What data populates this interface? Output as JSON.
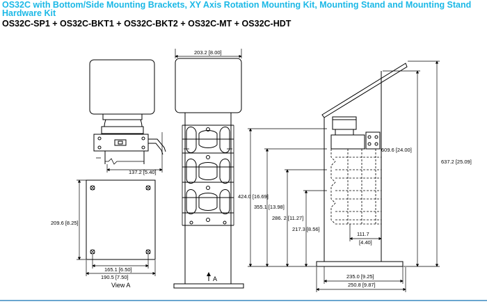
{
  "header": {
    "title": "OS32C with Bottom/Side Mounting Brackets, XY Axis Rotation Mounting Kit, Mounting Stand and Mounting Stand Hardware Kit",
    "subtitle": "OS32C-SP1 + OS32C-BKT1 + OS32C-BKT2 + OS32C-MT + OS32C-HDT"
  },
  "dimensions": {
    "d_137": "137.2 [5.40]",
    "d_209": "209.6 [8.25]",
    "d_165": "165.1 [6.50]",
    "d_190": "190.5 [7.50]",
    "d_203": "203.2 [8.00]",
    "d_424": "424.0 [16.69]",
    "d_355": "355.1 [13.98]",
    "d_286": "286. 2 [11.27]",
    "d_217": "217.3 [8.56]",
    "d_609": "609.6 [24.00]",
    "d_637": "637.2 [25.09]",
    "d_111a": "111.7",
    "d_111b": "[4.40]",
    "d_235": "235.0 [9.25]",
    "d_250": "250.8 [9.87]"
  },
  "labels": {
    "view_a": "View A",
    "arrow_a": "A"
  }
}
